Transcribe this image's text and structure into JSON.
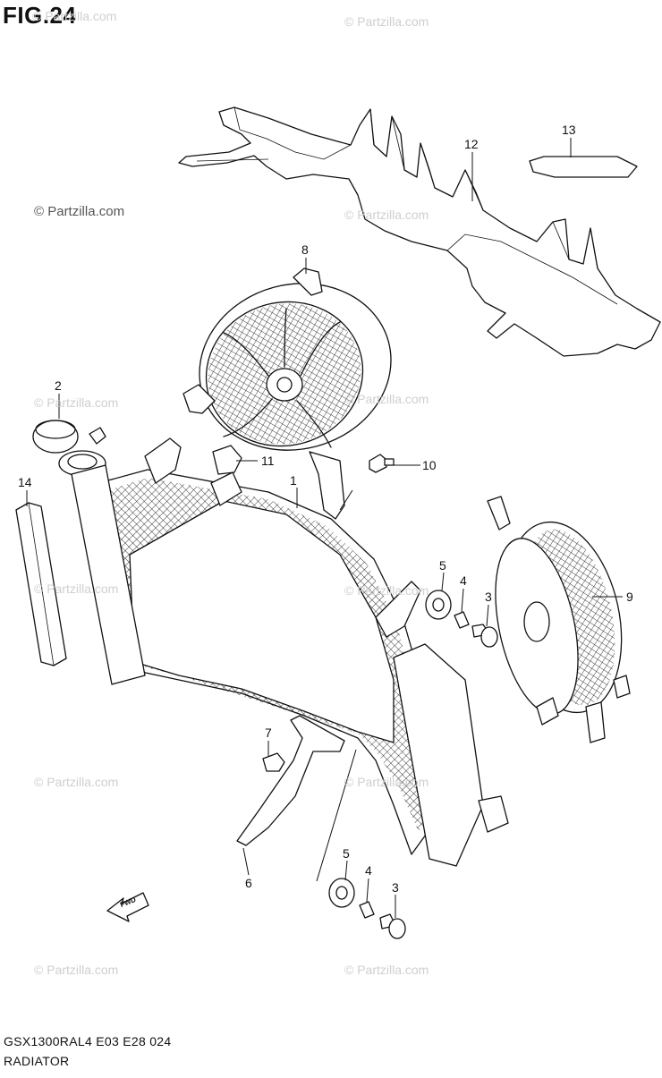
{
  "figure": {
    "title": "FIG.24",
    "model_code": "GSX1300RAL4  E03  E28  024",
    "section_name": "RADIATOR"
  },
  "watermark": {
    "text": "© Partzilla.com"
  },
  "callouts": [
    {
      "id": "1",
      "label": "1"
    },
    {
      "id": "2",
      "label": "2"
    },
    {
      "id": "3a",
      "label": "3"
    },
    {
      "id": "3b",
      "label": "3"
    },
    {
      "id": "4a",
      "label": "4"
    },
    {
      "id": "4b",
      "label": "4"
    },
    {
      "id": "5a",
      "label": "5"
    },
    {
      "id": "5b",
      "label": "5"
    },
    {
      "id": "6",
      "label": "6"
    },
    {
      "id": "7",
      "label": "7"
    },
    {
      "id": "8",
      "label": "8"
    },
    {
      "id": "9",
      "label": "9"
    },
    {
      "id": "10",
      "label": "10"
    },
    {
      "id": "11",
      "label": "11"
    },
    {
      "id": "12",
      "label": "12"
    },
    {
      "id": "13",
      "label": "13"
    },
    {
      "id": "14",
      "label": "14"
    }
  ],
  "direction_arrow": {
    "text": "FWD"
  }
}
